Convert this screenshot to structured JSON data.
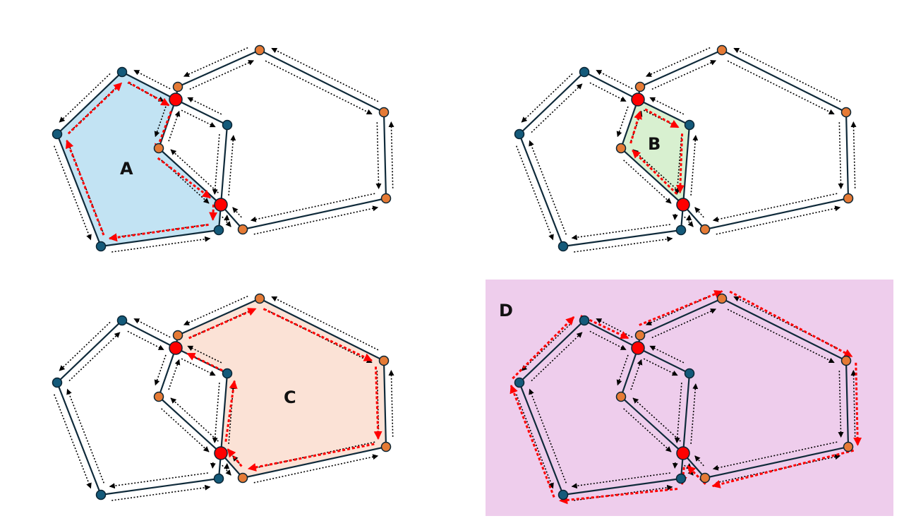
{
  "panels": [
    {
      "label": "A",
      "region": "blue-left-face",
      "fill": "#c2e3f3"
    },
    {
      "label": "B",
      "region": "inner-overlap-face",
      "fill": "#d8f0d0"
    },
    {
      "label": "C",
      "region": "orange-right-face",
      "fill": "#fbe2d6"
    },
    {
      "label": "D",
      "region": "outer-boundary",
      "fill": "none",
      "background": "#eecdec"
    }
  ],
  "colors": {
    "blue_node": "#145a7a",
    "orange_node": "#e57a35",
    "intersection_node": "#ff0000",
    "edge": "#0f2a3a",
    "traversal": "#ff0000"
  }
}
